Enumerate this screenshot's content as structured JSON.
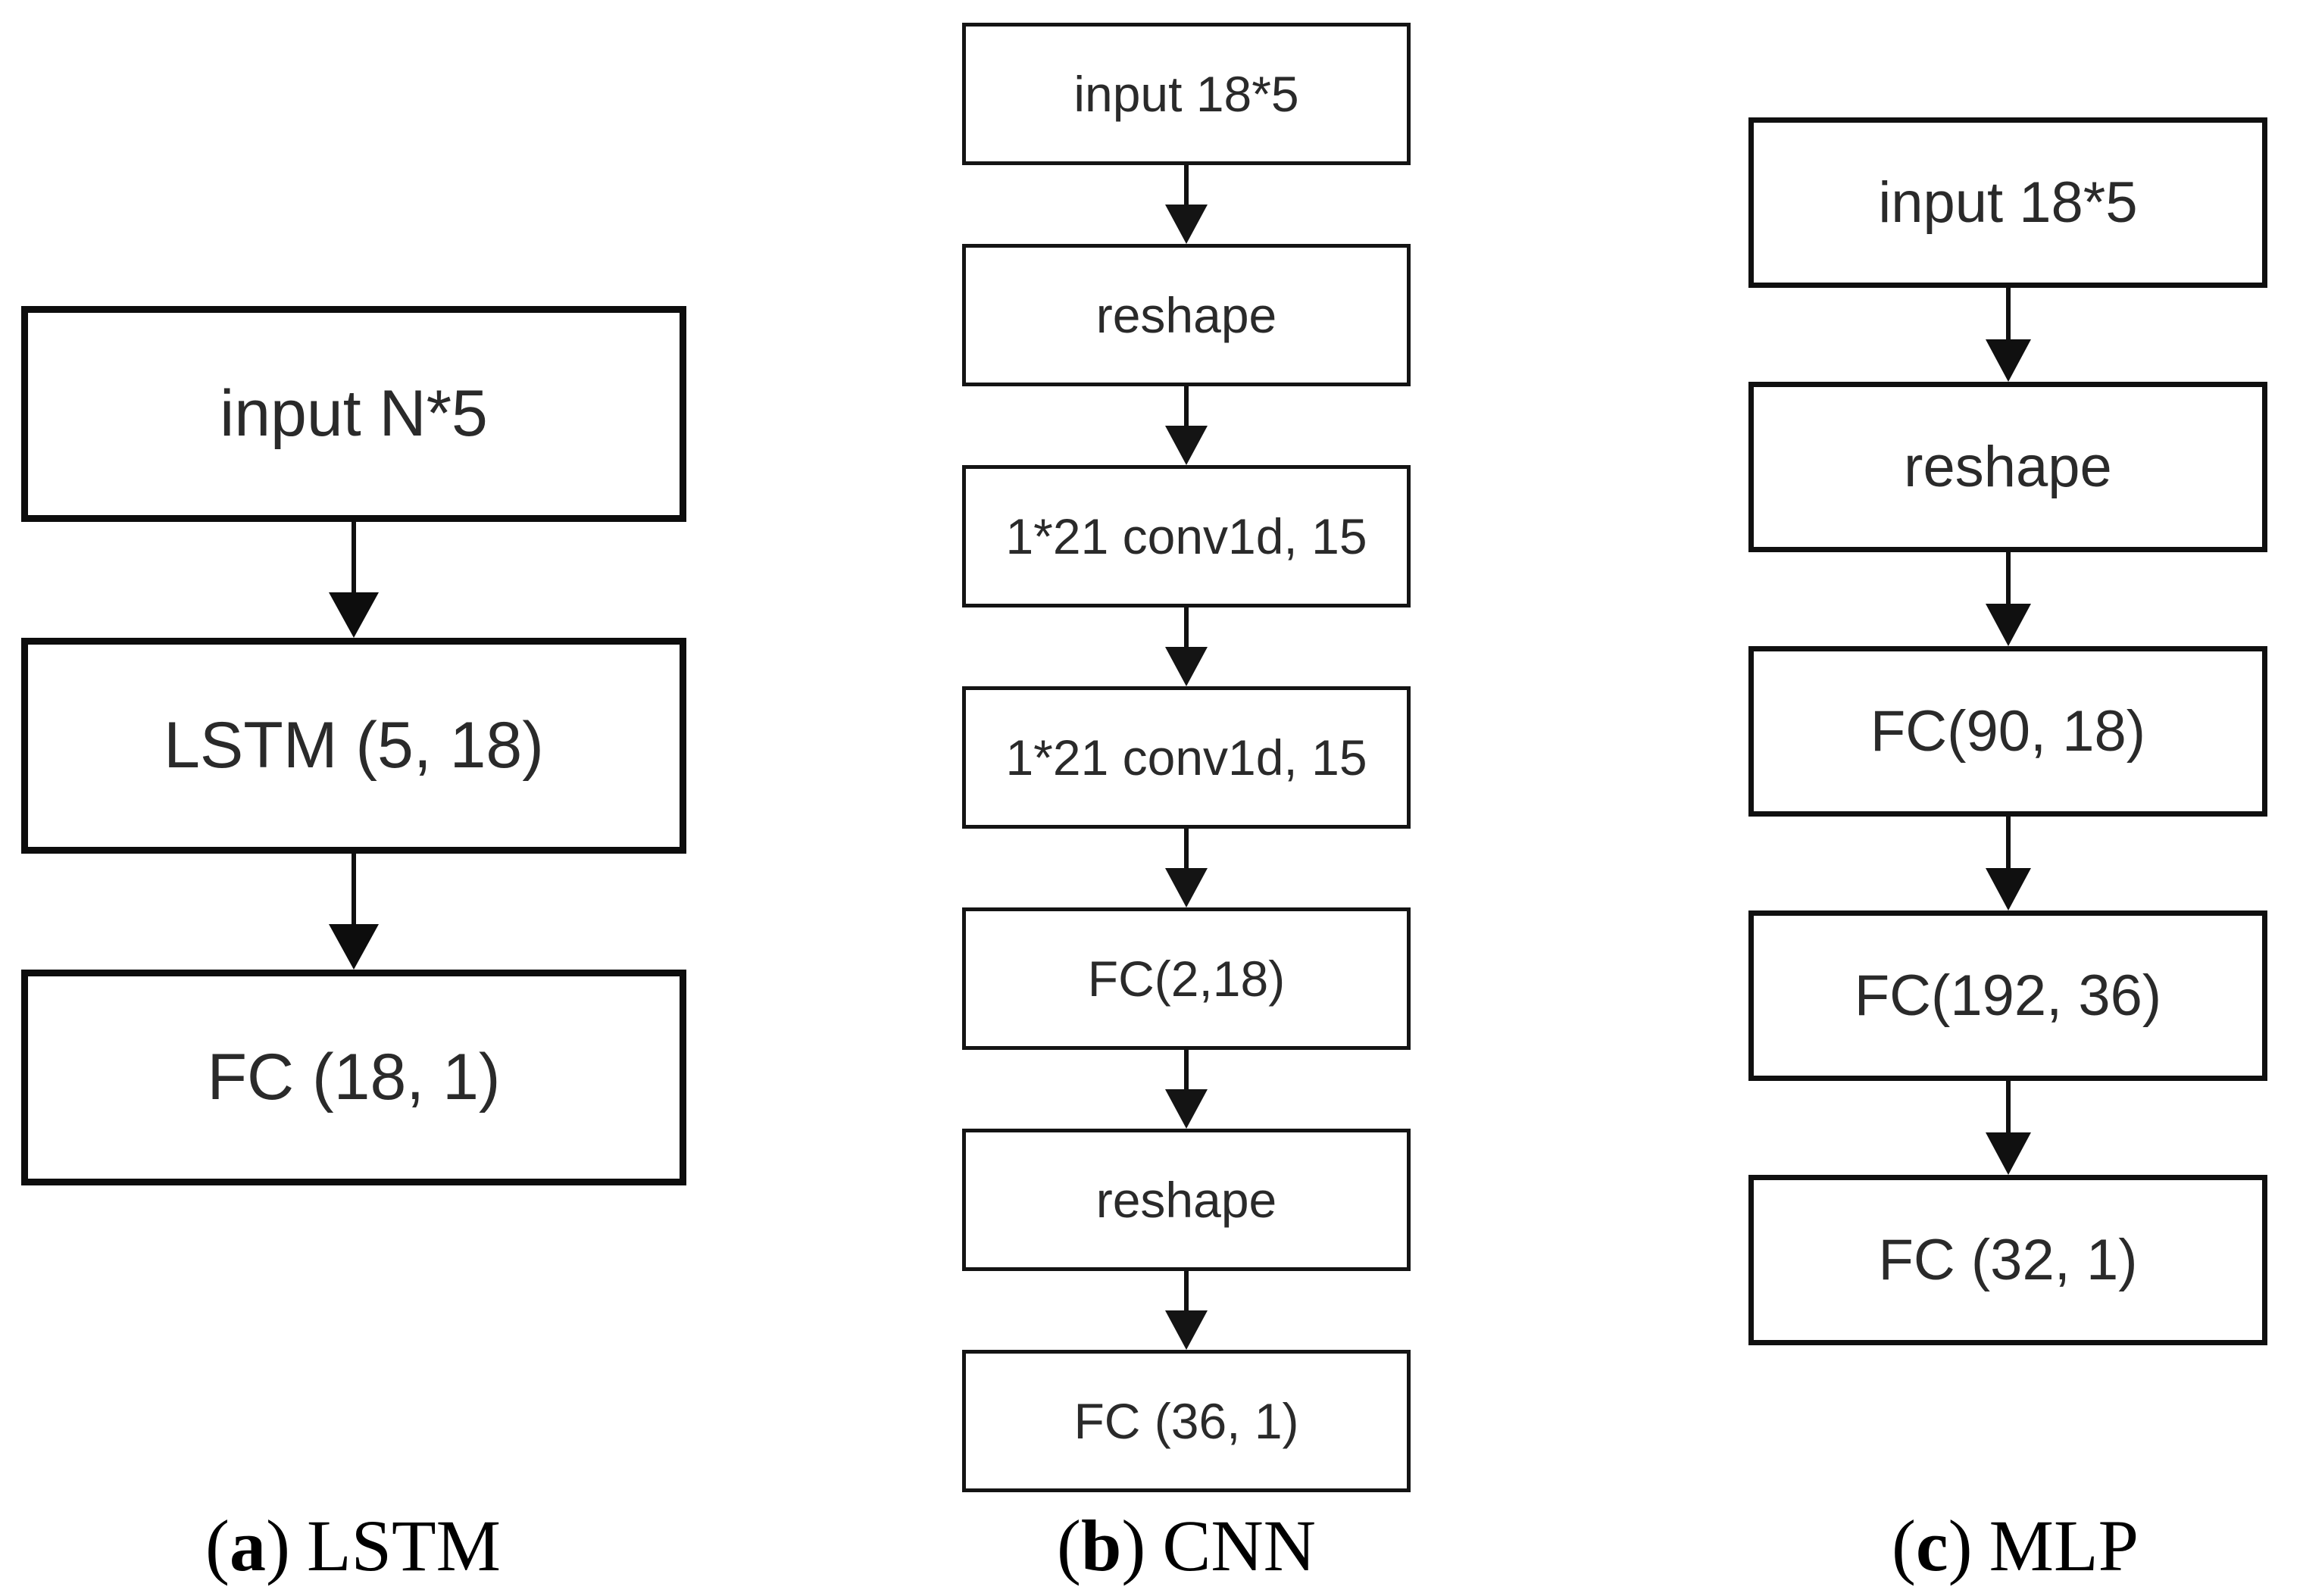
{
  "figure": {
    "background": "#ffffff",
    "line_color": "#101010",
    "text_color": "#2a2a2a",
    "panels": [
      {
        "name": "LSTM",
        "caption": {
          "paren_open": "(",
          "letter": "a",
          "paren_close": ")",
          "label": "LSTM"
        },
        "boxes": [
          "input N*5",
          "LSTM (5, 18)",
          "FC (18, 1)"
        ]
      },
      {
        "name": "CNN",
        "caption": {
          "paren_open": "(",
          "letter": "b",
          "paren_close": ")",
          "label": "CNN"
        },
        "boxes": [
          "input 18*5",
          "reshape",
          "1*21 conv1d, 15",
          "1*21 conv1d, 15",
          "FC(2,18)",
          "reshape",
          "FC (36, 1)"
        ]
      },
      {
        "name": "MLP",
        "caption": {
          "paren_open": "(",
          "letter": "c",
          "paren_close": ")",
          "label": "MLP"
        },
        "boxes": [
          "input 18*5",
          "reshape",
          "FC(90, 18)",
          "FC(192, 36)",
          "FC (32, 1)"
        ]
      }
    ]
  }
}
